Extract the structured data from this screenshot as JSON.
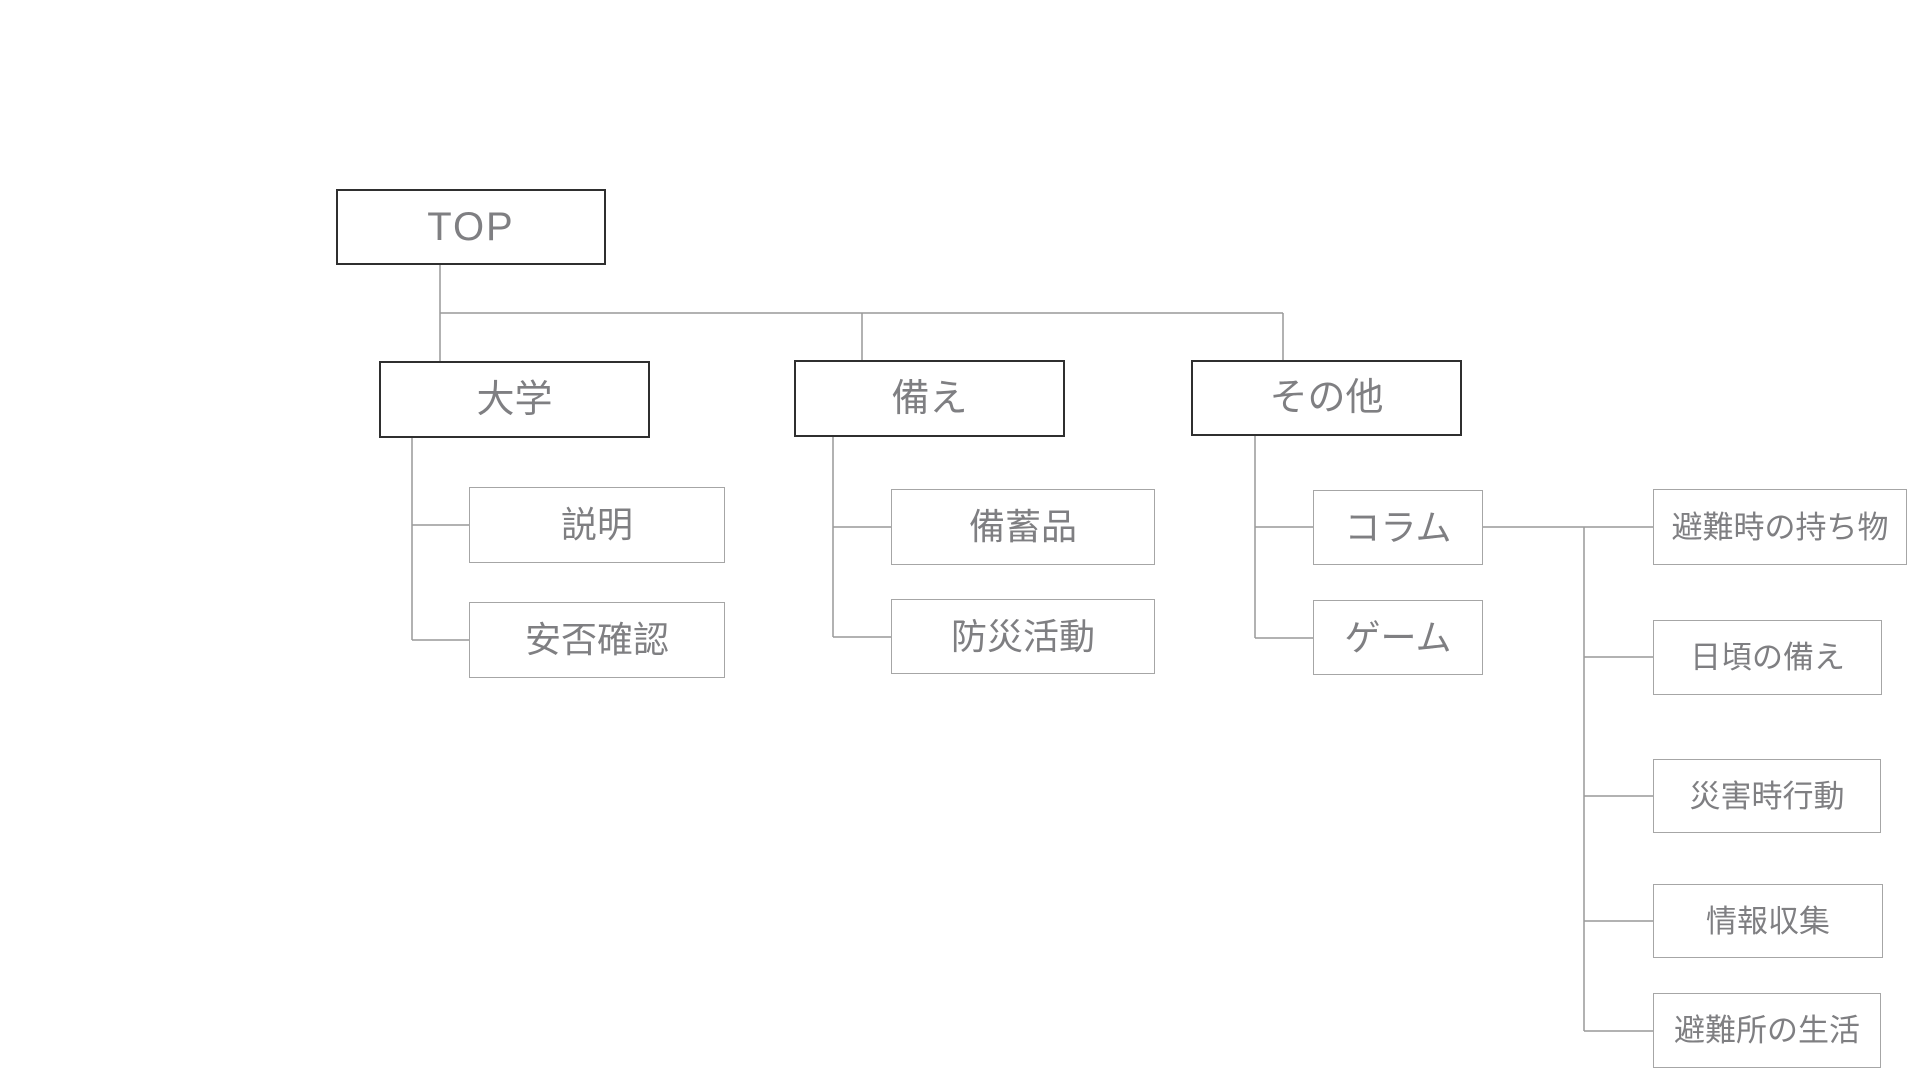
{
  "diagram_type": "sitemap-tree",
  "colors": {
    "dark_border": "#2f2f2f",
    "light_border": "#a6a6a6",
    "connector": "#999999",
    "text": "#7f7f82",
    "bg": "#ffffff"
  },
  "nodes": {
    "top": {
      "label": "TOP"
    },
    "daigaku": {
      "label": "大学"
    },
    "setsumei": {
      "label": "説明"
    },
    "anpi": {
      "label": "安否確認"
    },
    "sonae": {
      "label": "備え"
    },
    "bichikuhin": {
      "label": "備蓄品"
    },
    "bousai": {
      "label": "防災活動"
    },
    "sonota": {
      "label": "その他"
    },
    "column": {
      "label": "コラム"
    },
    "game": {
      "label": "ゲーム"
    },
    "hinanji": {
      "label": "避難時の持ち物"
    },
    "higoro": {
      "label": "日頃の備え"
    },
    "saigaiji": {
      "label": "災害時行動"
    },
    "jouhou": {
      "label": "情報収集"
    },
    "hinanjo": {
      "label": "避難所の生活"
    }
  },
  "hierarchy": {
    "top": [
      "daigaku",
      "sonae",
      "sonota"
    ],
    "daigaku": [
      "setsumei",
      "anpi"
    ],
    "sonae": [
      "bichikuhin",
      "bousai"
    ],
    "sonota": [
      "column",
      "game"
    ],
    "column": [
      "hinanji",
      "higoro",
      "saigaiji",
      "jouhou",
      "hinanjo"
    ]
  }
}
